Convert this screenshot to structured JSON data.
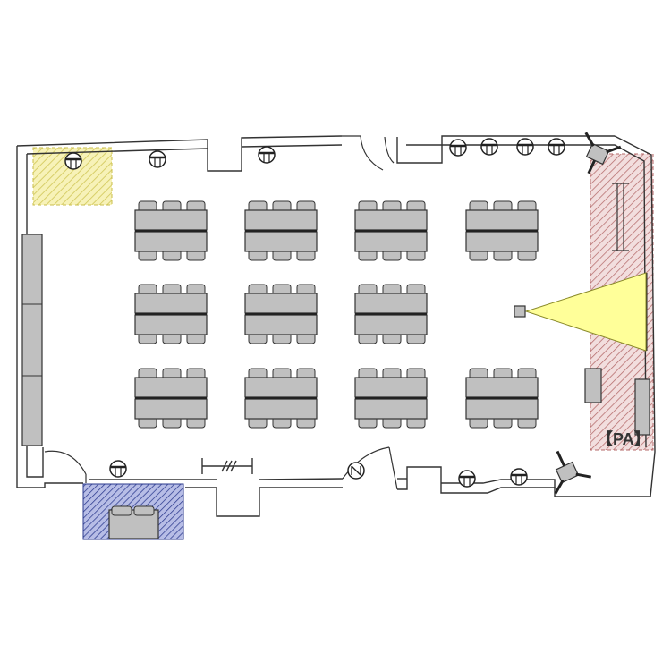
{
  "labels": {
    "pa": "【PA】"
  },
  "colors": {
    "wall": "#333333",
    "table_fill": "#c0c0c0",
    "chair_fill": "#c0c0c0",
    "yellow_zone": "#f7f2b8",
    "yellow_hatch": "#d8cf6a",
    "blue_zone": "#9ea6dd",
    "blue_hatch": "#2b3a8e",
    "red_zone": "#ead2d2",
    "red_hatch": "#b46a6a",
    "projection_beam": "#ffff99"
  },
  "layout": {
    "table_groups": {
      "rows": 3,
      "columns": 4,
      "chairs_per_side": 3,
      "group_0_present": [
        true,
        true,
        true,
        true
      ],
      "group_1_present": [
        true,
        true,
        true,
        false
      ],
      "group_2_present": [
        true,
        true,
        true,
        true
      ]
    },
    "ceiling_lights_count": 10,
    "speakers_count": 2
  },
  "icons": {
    "light": "ceiling-light-icon",
    "speaker": "speaker-icon",
    "projector": "projector-icon",
    "screen": "projection-screen-icon",
    "door": "door-swing-icon"
  }
}
